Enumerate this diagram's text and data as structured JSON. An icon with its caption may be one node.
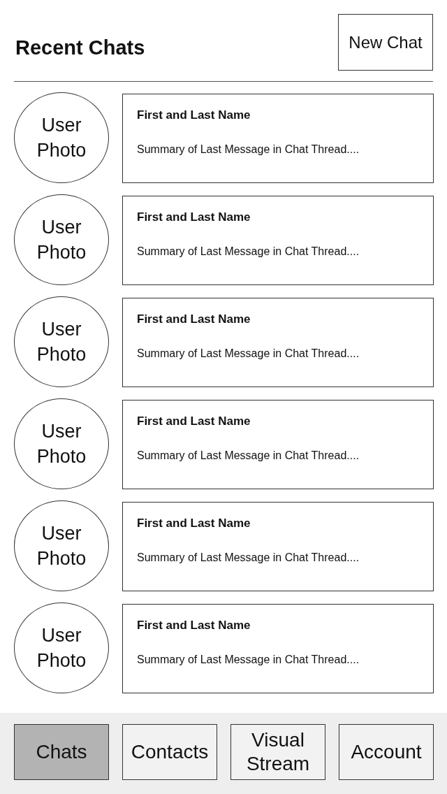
{
  "diagram": {
    "title": "Recent Chats",
    "nodes": [
      {
        "text": [
          "New Chat"
        ]
      },
      {
        "text": [
          "User Photo"
        ]
      },
      {
        "text": [
          "First and Last Name",
          "Summary of Last Message in Chat Thread...."
        ]
      },
      {
        "text": [
          "User Photo"
        ]
      },
      {
        "text": [
          "First and Last Name",
          "Summary of Last Message in Chat Thread...."
        ]
      },
      {
        "text": [
          "User Photo"
        ]
      },
      {
        "text": [
          "First and Last Name",
          "Summary of Last Message in Chat Thread...."
        ]
      },
      {
        "text": [
          "User Photo"
        ]
      },
      {
        "text": [
          "First and Last Name",
          "Summary of Last Message in Chat Thread...."
        ]
      },
      {
        "text": [
          "User Photo"
        ]
      },
      {
        "text": [
          "First and Last Name",
          "Summary of Last Message in Chat Thread...."
        ]
      },
      {
        "text": [
          "User Photo"
        ]
      },
      {
        "text": [
          "First and Last Name",
          "Summary of Last Message in Chat Thread...."
        ]
      },
      {
        "text": [
          "Chats"
        ]
      },
      {
        "text": [
          "Contacts"
        ]
      },
      {
        "text": [
          "Visual Stream"
        ]
      },
      {
        "text": [
          "Account"
        ]
      }
    ],
    "edges": []
  }
}
